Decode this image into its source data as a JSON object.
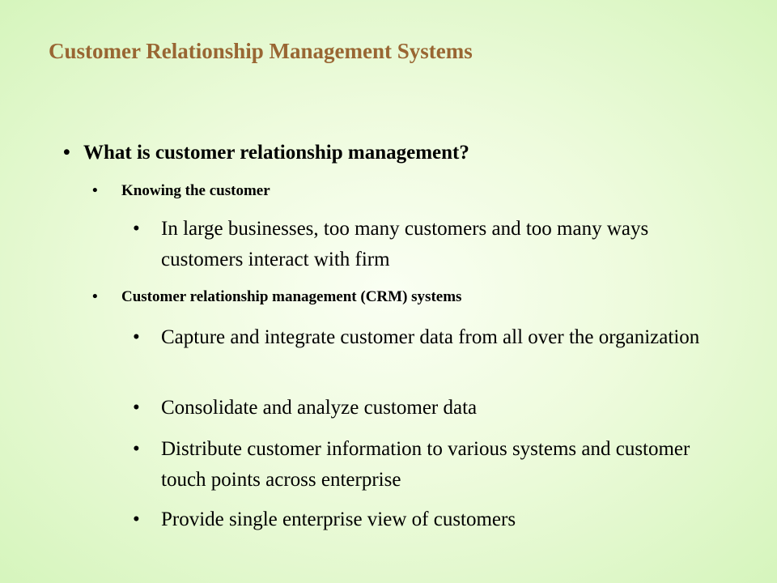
{
  "slide": {
    "title": "Customer Relationship Management Systems",
    "bullet_char": "•",
    "main_point": "What is customer relationship management?",
    "sections": [
      {
        "heading": "Knowing the customer",
        "points": [
          "In large businesses, too many customers and too many ways customers interact with firm"
        ]
      },
      {
        "heading": "Customer relationship management (CRM) systems",
        "points": [
          "Capture and integrate customer data from all over the organization",
          "Consolidate and analyze customer data",
          "Distribute customer information to various systems and customer touch points across enterprise",
          "Provide single enterprise view of customers"
        ]
      }
    ]
  },
  "colors": {
    "title": "#996633",
    "text": "#000000",
    "background_center": "#fafff3",
    "background_edge": "#d6f5bd"
  }
}
